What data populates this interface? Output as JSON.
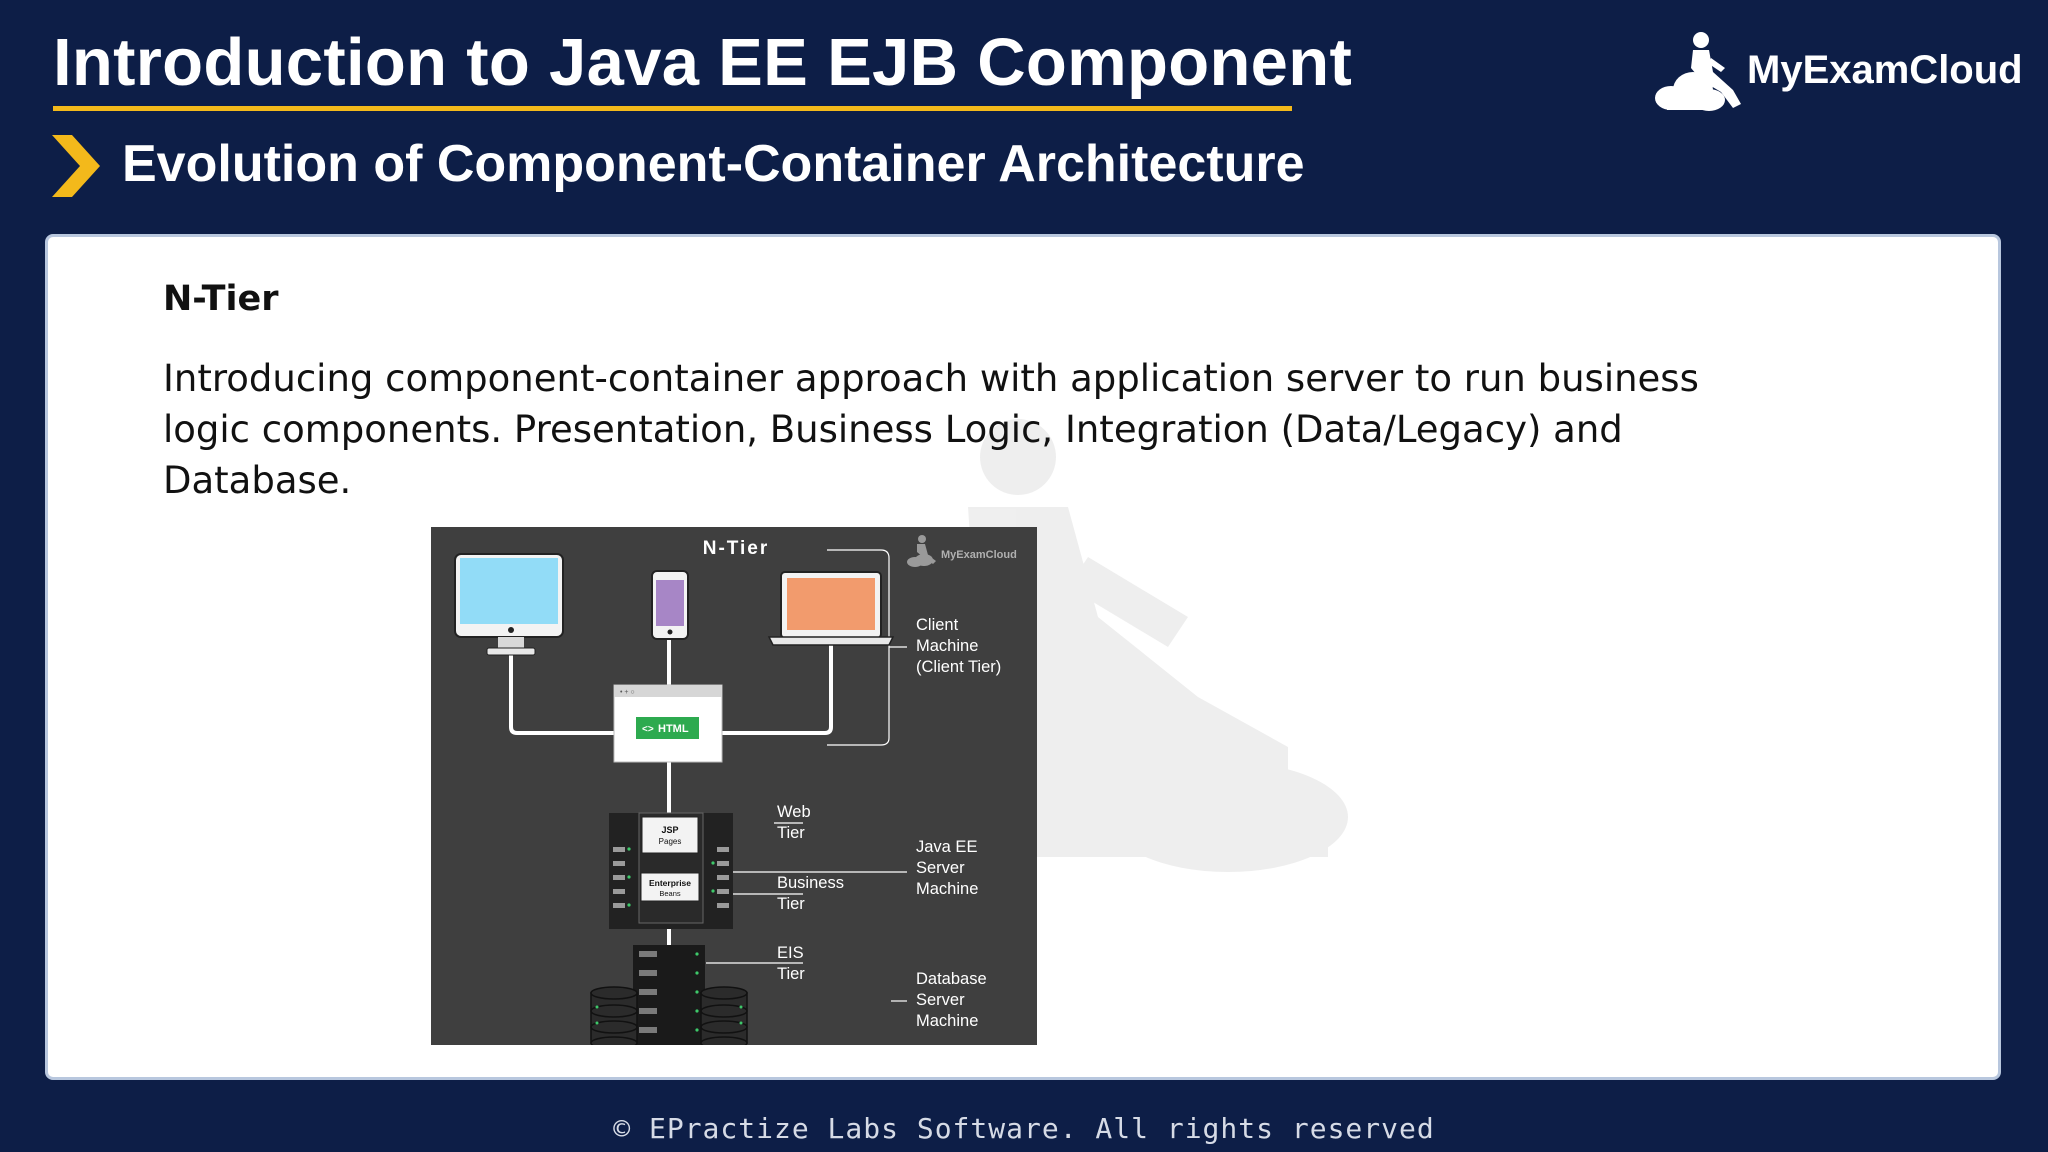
{
  "header": {
    "title": "Introduction to Java EE EJB Component",
    "subtitle": "Evolution of Component-Container Architecture",
    "brand": "MyExamCloud"
  },
  "content": {
    "heading": "N-Tier",
    "paragraph": "Introducing component-container approach with application server to run business logic components. Presentation, Business Logic, Integration (Data/Legacy) and Database."
  },
  "diagram": {
    "title": "N-Tier",
    "watermark_brand": "MyExamCloud",
    "html_badge": "HTML",
    "html_badge_icon": "<>",
    "jsp_line1": "JSP",
    "jsp_line2": "Pages",
    "ejb_line1": "Enterprise",
    "ejb_line2": "Beans",
    "client_label": [
      "Client",
      "Machine",
      "(Client Tier)"
    ],
    "web_tier": [
      "Web",
      "Tier"
    ],
    "business_tier": [
      "Business",
      "Tier"
    ],
    "eis_tier": [
      "EIS",
      "Tier"
    ],
    "server_label": [
      "Java EE",
      "Server",
      "Machine"
    ],
    "db_label": [
      "Database",
      "Server",
      "Machine"
    ]
  },
  "footer": {
    "copyright": "© EPractize Labs Software. All rights reserved"
  },
  "colors": {
    "background": "#0d1e47",
    "accent": "#f3b91b",
    "panel": "#ffffff",
    "diagram_bg": "#3f3f3f",
    "html_badge": "#2daa4f",
    "monitor_screen": "#92dcf7",
    "phone_screen": "#a786c6",
    "laptop_screen": "#f29b6d"
  },
  "icons": [
    "chevron-right-icon",
    "person-on-cloud-logo",
    "desktop-monitor-icon",
    "smartphone-icon",
    "laptop-icon",
    "server-rack-icon",
    "database-cylinder-icon"
  ]
}
